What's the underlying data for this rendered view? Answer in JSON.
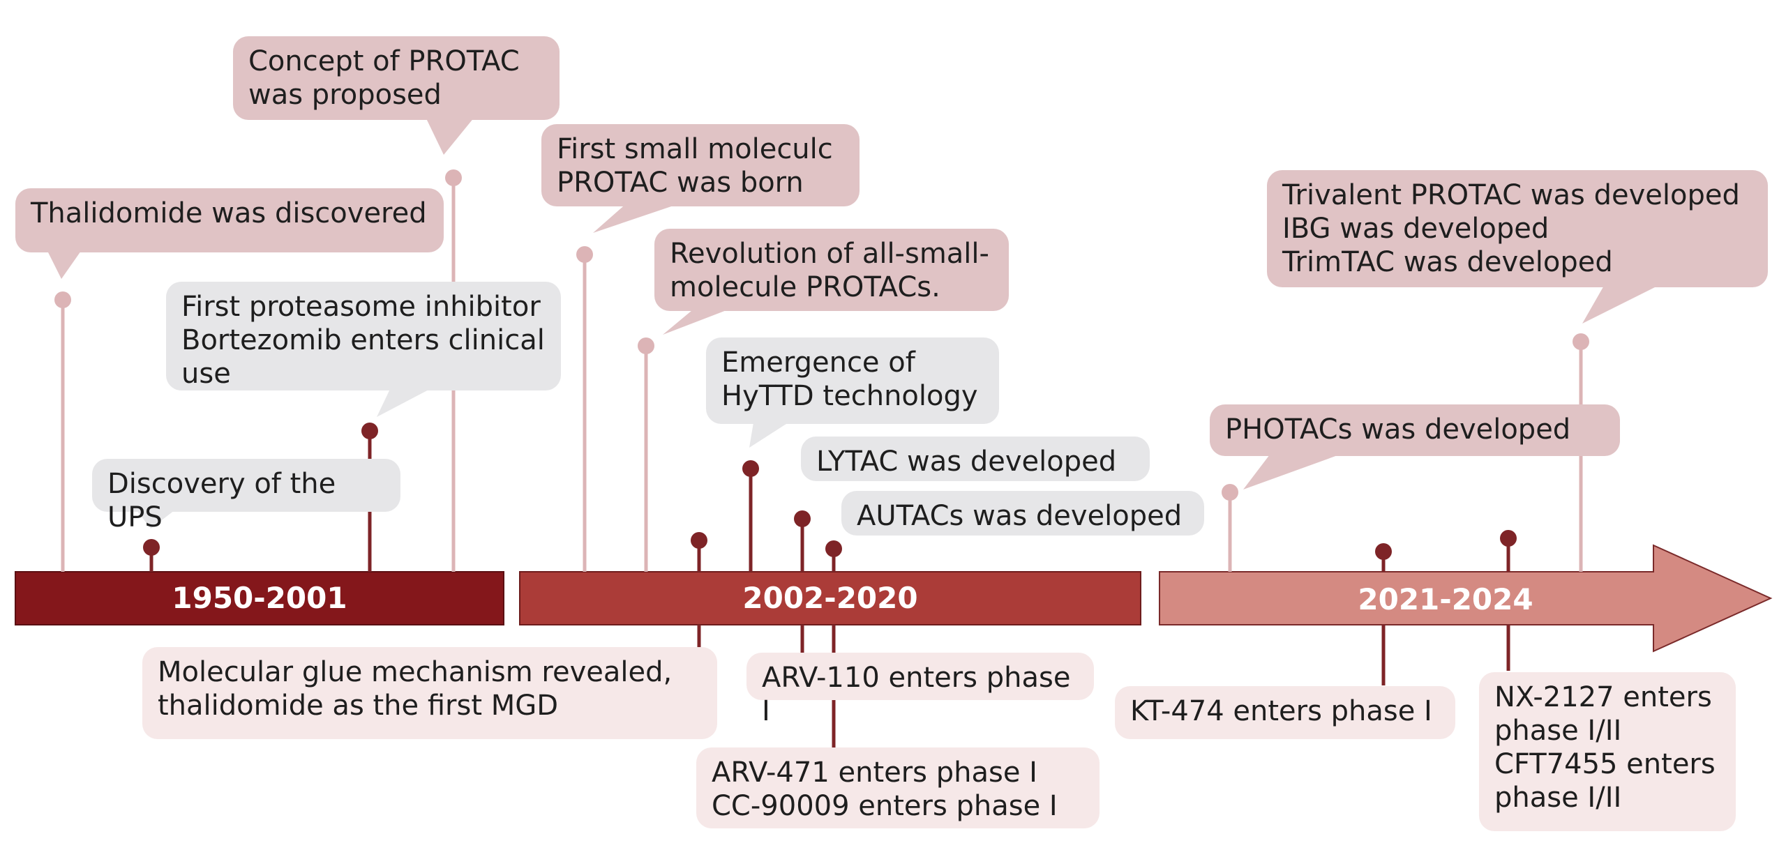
{
  "colors": {
    "era1": "#84171b",
    "era2": "#ab3c38",
    "era3": "#d48a82",
    "dark_stem": "#7e2427",
    "light_stem": "#dcb4b6",
    "pink_box": "#e0c3c5",
    "gray_box": "#e6e6e8",
    "light_box": "#f6e8e8"
  },
  "eras": [
    {
      "label": "1950-2001"
    },
    {
      "label": "2002-2020"
    },
    {
      "label": "2021-2024"
    }
  ],
  "events_above": [
    {
      "id": "thalidomide",
      "text": "Thalidomide was discovered",
      "style": "pink"
    },
    {
      "id": "ups",
      "text": "Discovery of the UPS",
      "style": "gray"
    },
    {
      "id": "bortezomib",
      "text": "First proteasome inhibitor\nBortezomib enters clinical\nuse",
      "style": "gray"
    },
    {
      "id": "protac_concept",
      "text": "Concept of PROTAC\nwas proposed",
      "style": "pink"
    },
    {
      "id": "small_molecule",
      "text": "First small moleculc\nPROTAC was born",
      "style": "pink"
    },
    {
      "id": "revolution",
      "text": "Revolution of all-small-\nmolecule PROTACs.",
      "style": "pink"
    },
    {
      "id": "hyttd",
      "text": "Emergence of\nHyTTD technology",
      "style": "gray"
    },
    {
      "id": "lytac",
      "text": "LYTAC was developed",
      "style": "gray"
    },
    {
      "id": "autac",
      "text": "AUTACs was developed",
      "style": "gray"
    },
    {
      "id": "photac",
      "text": "PHOTACs was developed",
      "style": "pink"
    },
    {
      "id": "trivalent",
      "text": "Trivalent PROTAC was developed\nIBG was developed\nTrimTAC was developed",
      "style": "pink"
    }
  ],
  "events_below": [
    {
      "id": "glue",
      "text": "Molecular glue mechanism revealed,\nthalidomide as the first MGD"
    },
    {
      "id": "arv110",
      "text": "ARV-110 enters phase I"
    },
    {
      "id": "arv471",
      "text": "ARV-471 enters phase I\nCC-90009 enters phase I"
    },
    {
      "id": "kt474",
      "text": "KT-474 enters phase I"
    },
    {
      "id": "nx2127",
      "text": "NX-2127 enters\nphase I/II\nCFT7455 enters\nphase I/II"
    }
  ]
}
